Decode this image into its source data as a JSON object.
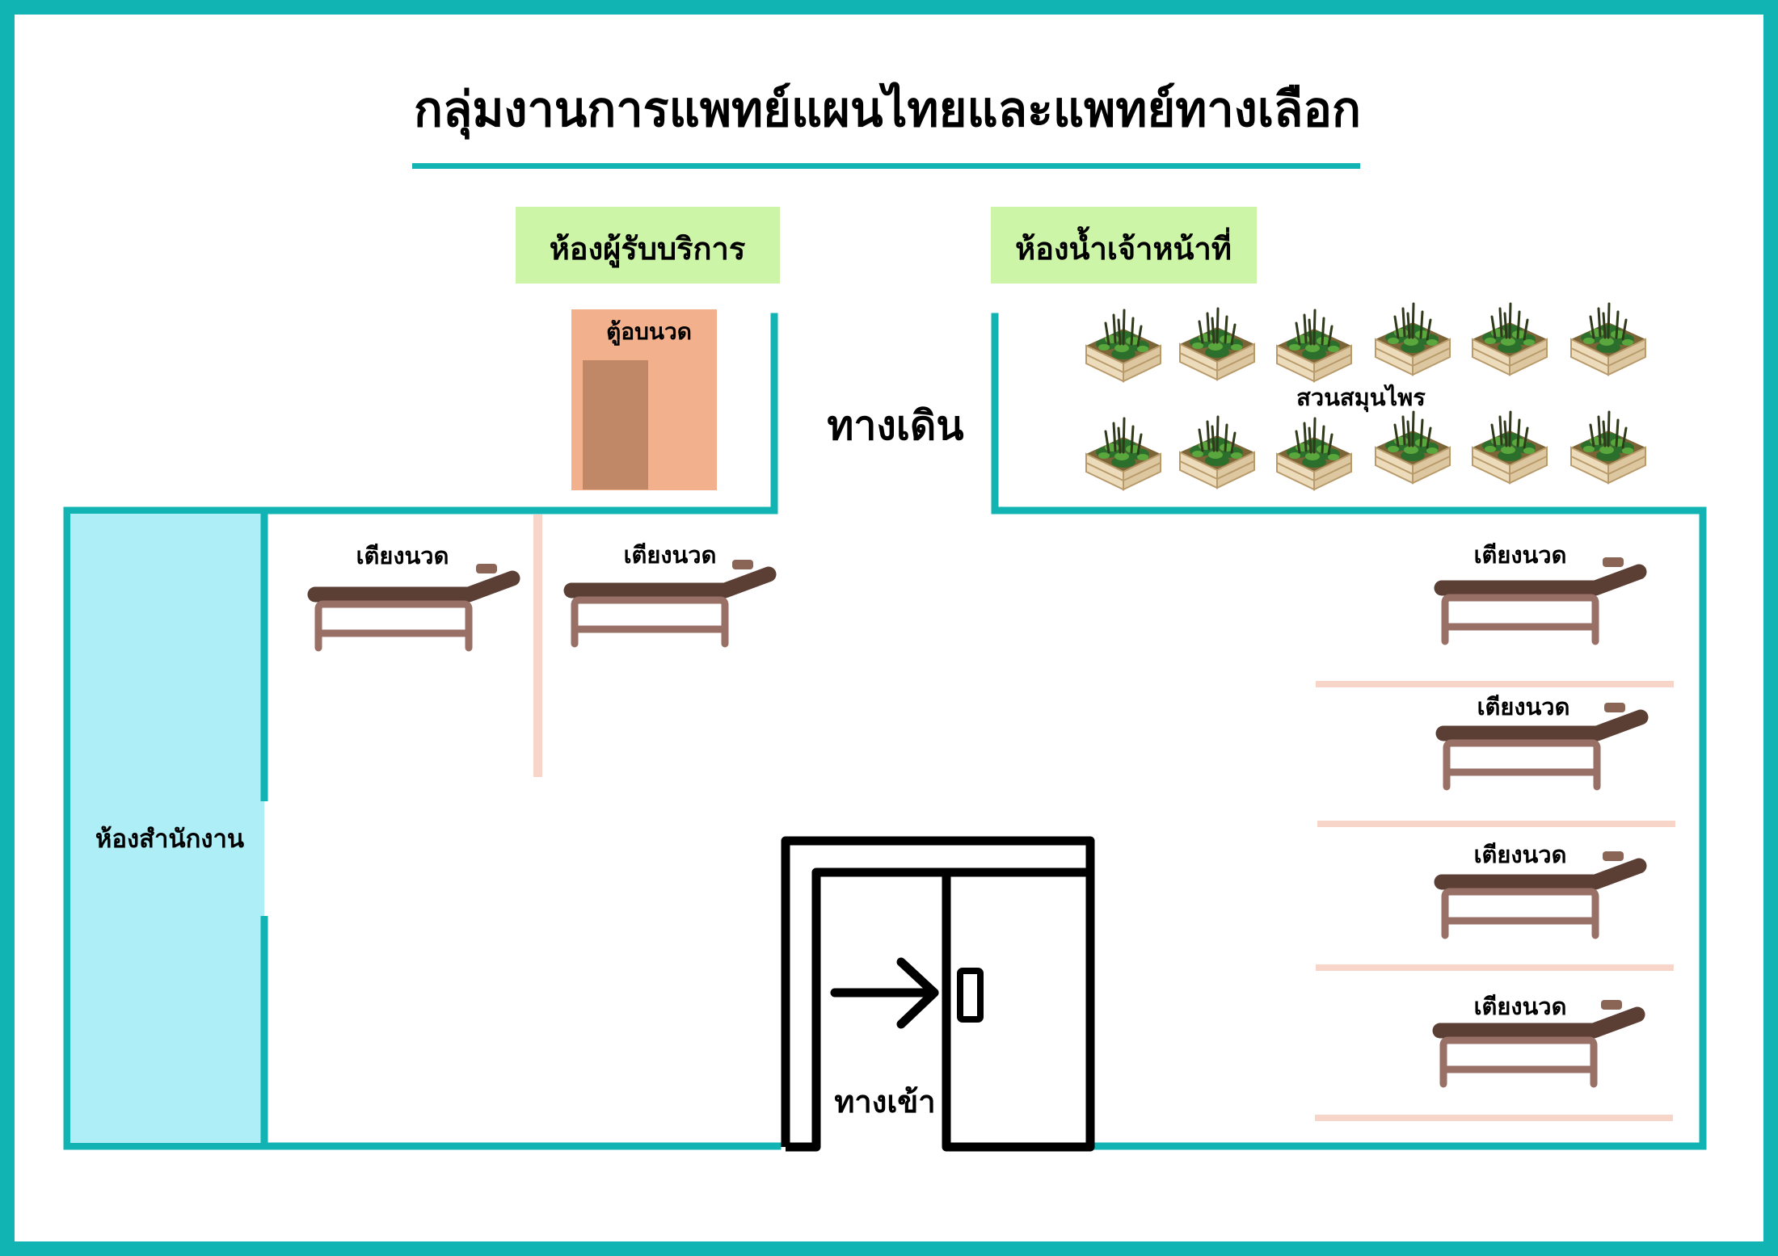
{
  "title": "กลุ่มงานการแพทย์แผนไทยและแพทย์ทางเลือก",
  "rooms": {
    "client_room": "ห้องผู้รับบริการ",
    "staff_restroom": "ห้องน้ำเจ้าหน้าที่",
    "office": "ห้องสำนักงาน",
    "steam_cabinet": "ตู้อบนวด",
    "walkway": "ทางเดิน",
    "herb_garden": "สวนสมุนไพร",
    "entrance": "ทางเข้า"
  },
  "massage_bed_label": "เตียงนวด",
  "massage_beds": [
    {
      "id": "left-1",
      "label": "เตียงนวด"
    },
    {
      "id": "left-2",
      "label": "เตียงนวด"
    },
    {
      "id": "right-1",
      "label": "เตียงนวด"
    },
    {
      "id": "right-2",
      "label": "เตียงนวด"
    },
    {
      "id": "right-3",
      "label": "เตียงนวด"
    },
    {
      "id": "right-4",
      "label": "เตียงนวด"
    }
  ],
  "herb_planter_count": 12,
  "colors": {
    "frame": "#12b3b3",
    "wall": "#12b3b3",
    "label_bg": "#cdf5a8",
    "office_fill": "#aeeef6",
    "cabinet": "#f2b08c",
    "cabinet_door": "#c08866",
    "divider": "#f7d5c9",
    "bed_top": "#5b3f35",
    "bed_frame": "#987065",
    "door": "#000000"
  }
}
